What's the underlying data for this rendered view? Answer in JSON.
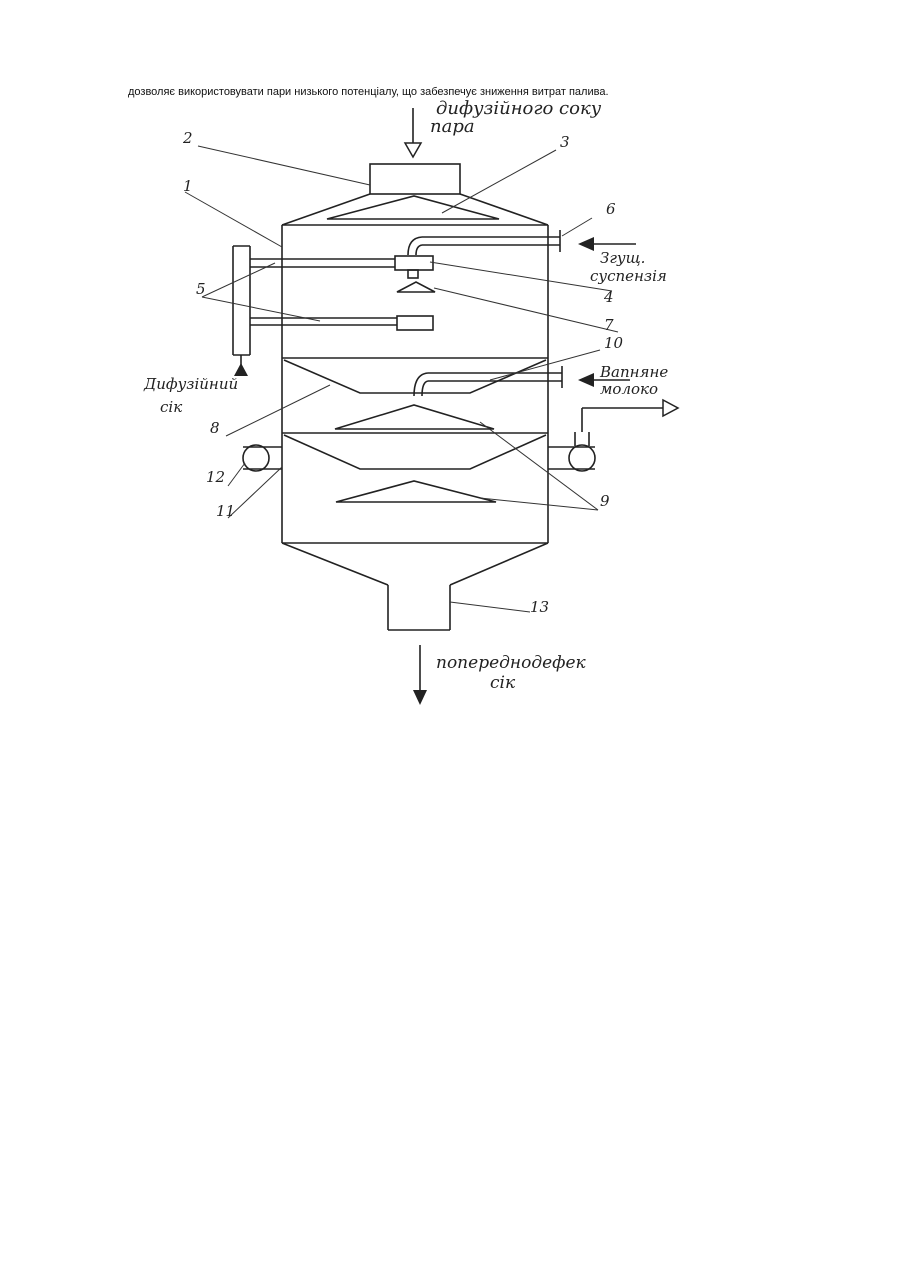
{
  "document": {
    "caption": "дозволяє використовувати пари низького потенціалу, що забезпечує зниження витрат палива."
  },
  "diagram": {
    "labels": {
      "top_inlet_line1": "дифузійного соку",
      "top_inlet_line2": "пара",
      "right_inlet_1_line1": "Згущ.",
      "right_inlet_1_line2": "суспензія",
      "right_inlet_2_line1": "Вапняне",
      "right_inlet_2_line2": "молоко",
      "left_inlet_line1": "Дифузійний",
      "left_inlet_line2": "сік",
      "bottom_outlet_line1": "попереднодефек",
      "bottom_outlet_line2": "сік"
    },
    "numbers": [
      "1",
      "2",
      "3",
      "4",
      "5",
      "6",
      "7",
      "8",
      "9",
      "10",
      "11",
      "12",
      "13"
    ]
  }
}
